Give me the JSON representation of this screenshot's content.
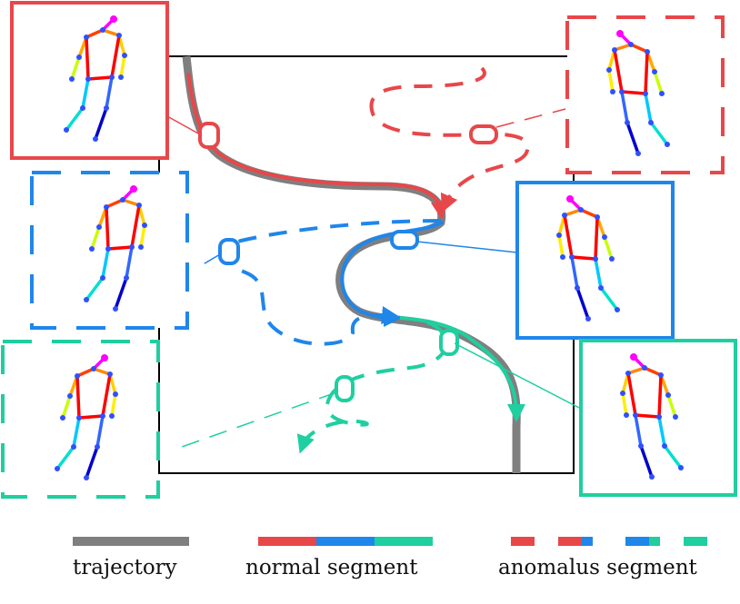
{
  "colors": {
    "trajectory": "#7f7f7f",
    "red": "#e8474a",
    "blue": "#1f86ea",
    "teal": "#1fcfa0",
    "frame": "#000000"
  },
  "legend": {
    "trajectory": "trajectory",
    "normal": "normal segment",
    "anomalous": "anomalus segment"
  },
  "panels": [
    {
      "name": "skeleton-panel-red-normal",
      "color": "red",
      "style": "solid"
    },
    {
      "name": "skeleton-panel-red-anomalous",
      "color": "red",
      "style": "dashed"
    },
    {
      "name": "skeleton-panel-blue-anomalous",
      "color": "blue",
      "style": "dashed"
    },
    {
      "name": "skeleton-panel-blue-normal",
      "color": "blue",
      "style": "solid"
    },
    {
      "name": "skeleton-panel-teal-anomalous",
      "color": "teal",
      "style": "dashed"
    },
    {
      "name": "skeleton-panel-teal-normal",
      "color": "teal",
      "style": "solid"
    }
  ]
}
